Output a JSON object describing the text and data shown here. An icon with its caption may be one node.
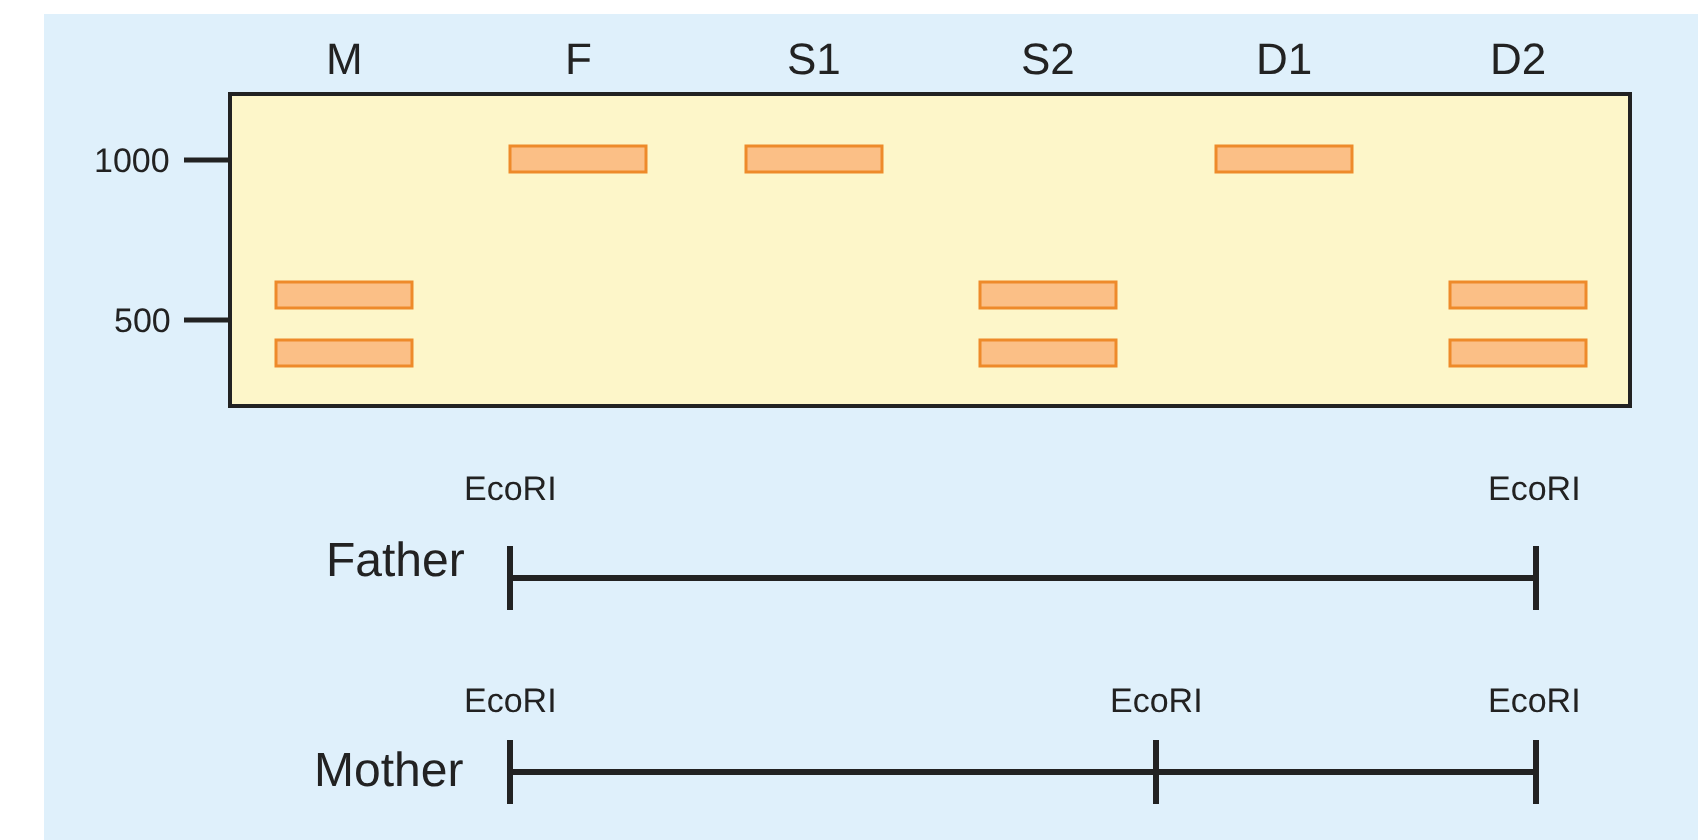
{
  "diagram": {
    "labels": [
      "M",
      "F",
      "S1",
      "S2",
      "D1",
      "D2",
      "1000",
      "500",
      "EcoRI",
      "EcoRI",
      "Father",
      "EcoRI",
      "EcoRI",
      "EcoRI",
      "Mother"
    ]
  }
}
